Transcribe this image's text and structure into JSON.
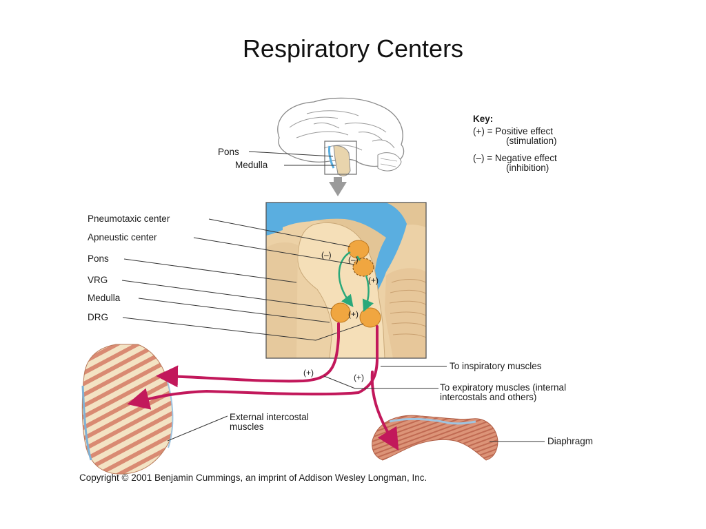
{
  "title": "Respiratory Centers",
  "brain_labels": {
    "pons": "Pons",
    "medulla": "Medulla"
  },
  "key": {
    "heading": "Key:",
    "positive_1": "(+) = Positive effect",
    "positive_2": "(stimulation)",
    "negative_1": "(–) = Negative effect",
    "negative_2": "(inhibition)"
  },
  "detail_labels": {
    "pneumotaxic": "Pneumotaxic center",
    "apneustic": "Apneustic center",
    "pons": "Pons",
    "vrg": "VRG",
    "medulla": "Medulla",
    "drg": "DRG"
  },
  "signs": {
    "minus_left": "(–)",
    "minus_center": "(–)",
    "plus_apneustic": "(+)",
    "plus_drg": "(+)",
    "plus_path_left": "(+)",
    "plus_path_right": "(+)"
  },
  "muscle_labels": {
    "inspiratory": "To inspiratory muscles",
    "expiratory_1": "To expiratory muscles (internal",
    "expiratory_2": "intercostals and others)",
    "external_1": "External intercostal",
    "external_2": "muscles",
    "diaphragm": "Diaphragm"
  },
  "copyright": "Copyright © 2001 Benjamin Cummings, an imprint of Addison Wesley Longman, Inc.",
  "colors": {
    "nerve": "#c2185b",
    "inhibit_arrow": "#2aa87a",
    "nucleus": "#f0a640",
    "ventricle": "#5aaee0",
    "brainstem": "#f5dfb8",
    "tissue": "#e8c89a",
    "muscle": "#d98a72",
    "rib": "#f3e3c4"
  }
}
